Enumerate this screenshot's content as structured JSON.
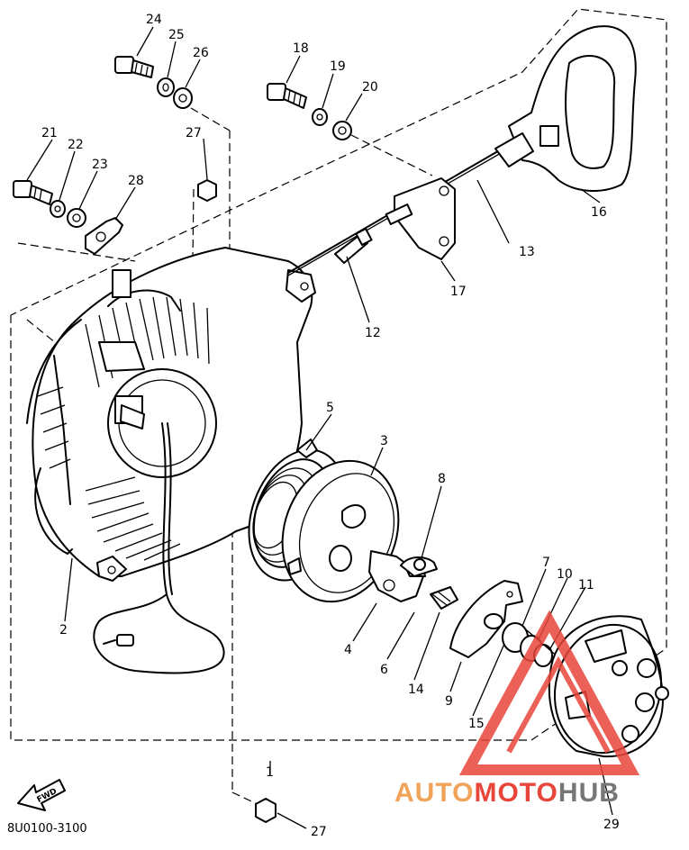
{
  "diagram_code": "8U0100-3100",
  "direction_label": "FWD",
  "watermark": {
    "part1": "AUTO",
    "part2": "MOTO",
    "part3": "HUB",
    "color_red": "#e8463a",
    "color_orange": "#f2a35a",
    "color_gray": "#777777"
  },
  "callouts": {
    "c1": "1",
    "c2": "2",
    "c3": "3",
    "c4": "4",
    "c5": "5",
    "c6": "6",
    "c7": "7",
    "c8": "8",
    "c9": "9",
    "c10": "10",
    "c11": "11",
    "c12": "12",
    "c13": "13",
    "c14": "14",
    "c15": "15",
    "c16": "16",
    "c17": "17",
    "c18": "18",
    "c19": "19",
    "c20": "20",
    "c21": "21",
    "c22": "22",
    "c23": "23",
    "c24": "24",
    "c25": "25",
    "c26": "26",
    "c27a": "27",
    "c27b": "27",
    "c28": "28",
    "c29": "29"
  }
}
